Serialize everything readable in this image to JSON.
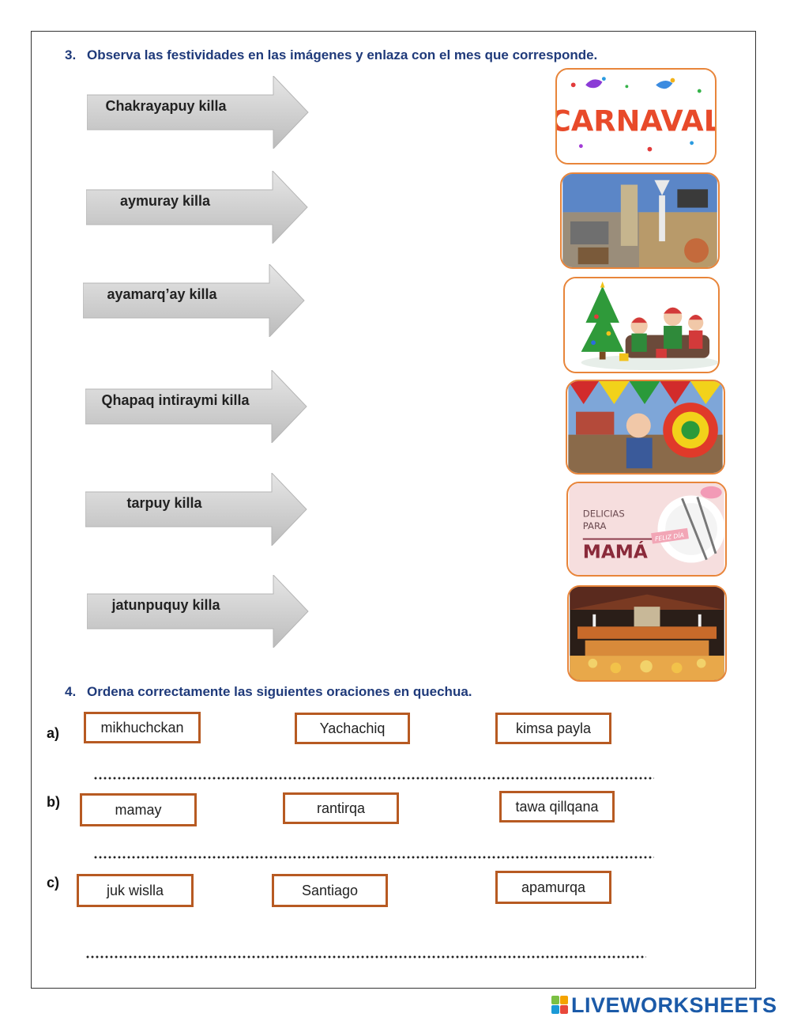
{
  "section3": {
    "number": "3.",
    "instruction": "Observa las festividades en las imágenes y enlaza con el mes que corresponde.",
    "arrows": [
      "Chakrayapuy killa",
      "aymuray killa",
      "ayamarq’ay  killa",
      "Qhapaq intiraymi killa",
      "tarpuy killa",
      "jatunpuquy killa"
    ],
    "images": {
      "carnaval_text": "CARNAVAL",
      "mama_line1": "DELICIAS",
      "mama_line2": "PARA",
      "mama_line3": "MAMÁ",
      "mama_tag": "FELIZ DÍA"
    }
  },
  "section4": {
    "number": "4.",
    "instruction": "Ordena correctamente las siguientes oraciones en quechua.",
    "rows": [
      {
        "label": "a)",
        "words": [
          "mikhuchckan",
          "Yachachiq",
          "kimsa payla"
        ]
      },
      {
        "label": "b)",
        "words": [
          "mamay",
          "rantirqa",
          "tawa qillqana"
        ]
      },
      {
        "label": "c)",
        "words": [
          "juk wislla",
          "Santiago",
          "apamurqa"
        ]
      }
    ]
  },
  "footer": {
    "brand": "LIVEWORKSHEETS"
  },
  "colors": {
    "heading": "#1f3a7a",
    "box_border": "#b75a22",
    "image_border": "#e8853a",
    "arrow_fill": "#d0d0d0",
    "brand": "#1b5aa8"
  }
}
